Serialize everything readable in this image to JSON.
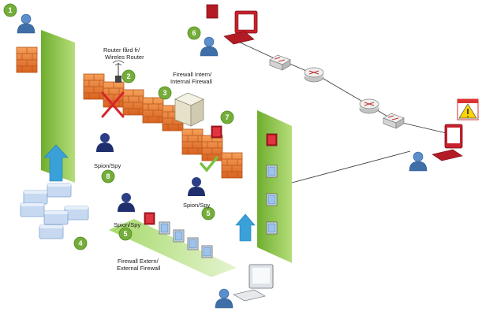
{
  "labels": {
    "router": [
      "Router fård fr/",
      "Wireles Router"
    ],
    "firewall_internal": [
      "Firewall Intern/",
      "Internal Firewall"
    ],
    "spy_a": "Spion/Spy",
    "spy_b": "Spion/Spy",
    "spy_c": "Spion/Spy",
    "firewall_external": [
      "Firewall Extern/",
      "External Firewall"
    ]
  },
  "badges": [
    "1",
    "2",
    "3",
    "4",
    "5",
    "5",
    "6",
    "7",
    "8"
  ],
  "colors": {
    "badge_green": "#74ad3a",
    "panel_green": "#8cc63f",
    "brick": "#e8772e",
    "person_lightblue": "#3f6fa8",
    "person_navy": "#1f2f6e",
    "screen_red": "#c8202c",
    "cloud_blue": "#c6d9f1",
    "arrow_blue": "#3aa0d8",
    "alert_yellow": "#ffd400"
  },
  "icons": [
    "person-icon",
    "spy-icon",
    "firewall-brick-icon",
    "router-icon",
    "switch-icon",
    "server-icon",
    "computer-icon",
    "cloud-icon",
    "warning-icon",
    "check-icon",
    "cross-icon",
    "arrow-up-icon",
    "wireless-antenna-icon"
  ]
}
